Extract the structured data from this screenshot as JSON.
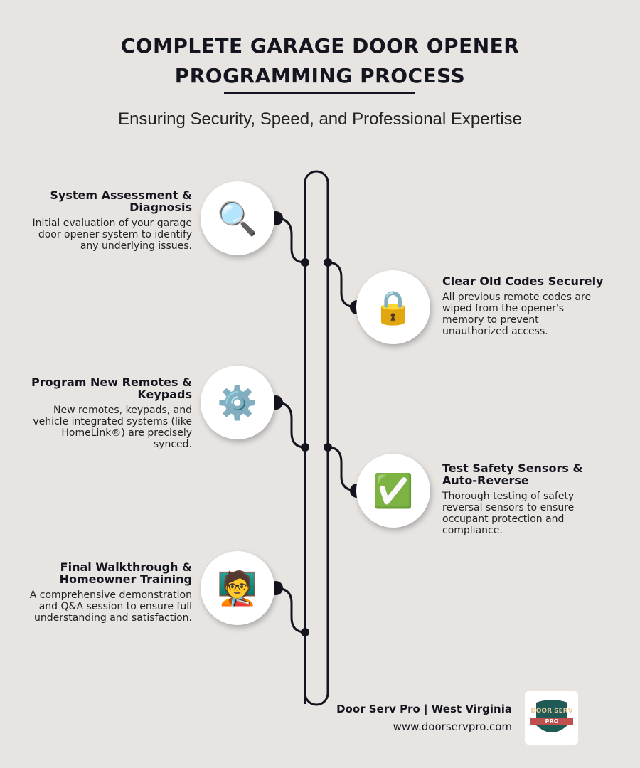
{
  "header": {
    "title_line1": "COMPLETE GARAGE DOOR OPENER",
    "title_line2": "PROGRAMMING PROCESS",
    "subtitle": "Ensuring Security, Speed, and Professional Expertise"
  },
  "steps": [
    {
      "title": "System Assessment & Diagnosis",
      "description": "Initial evaluation of your garage door opener system to identify any underlying issues.",
      "icon": "magnifying-glass-icon",
      "glyph": "🔍"
    },
    {
      "title": "Clear Old Codes Securely",
      "description": "All previous remote codes are wiped from the opener's memory to prevent unauthorized access.",
      "icon": "padlock-icon",
      "glyph": "🔒"
    },
    {
      "title": "Program New Remotes & Keypads",
      "description": "New remotes, keypads, and vehicle integrated systems (like HomeLink®) are precisely synced.",
      "icon": "gear-icon",
      "glyph": "⚙️"
    },
    {
      "title": "Test Safety Sensors & Auto-Reverse",
      "description": "Thorough testing of safety reversal sensors to ensure occupant protection and compliance.",
      "icon": "check-mark-icon",
      "glyph": "✅"
    },
    {
      "title": "Final Walkthrough & Homeowner Training",
      "description": "A comprehensive demonstration and Q&A session to ensure full understanding and satisfaction.",
      "icon": "teacher-icon",
      "glyph": "🧑‍🏫"
    }
  ],
  "footer": {
    "company": "Door Serv Pro | West Virginia",
    "url": "www.doorservpro.com",
    "logo_text": "DOOR SERV PRO"
  },
  "colors": {
    "background": "#e7e4e2",
    "line": "#15151f",
    "logo_green": "#1f5a55",
    "logo_red": "#c0504d"
  }
}
